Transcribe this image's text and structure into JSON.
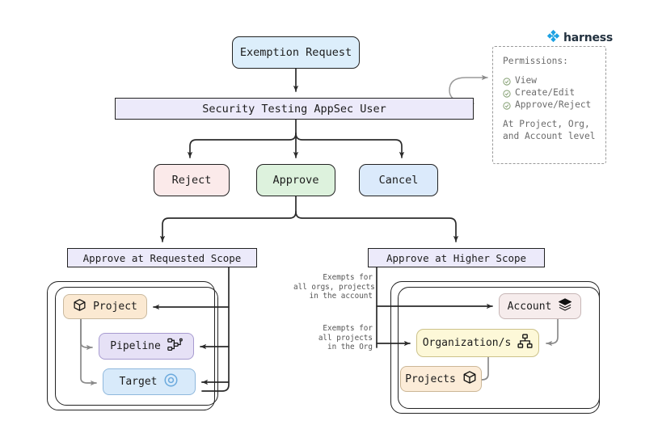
{
  "brand": {
    "name": "harness",
    "logo_icon": "harness-diamond-icon",
    "accent": "#1da1e2"
  },
  "flow": {
    "request": {
      "label": "Exemption Request",
      "fill": "#dceefb"
    },
    "actor": {
      "label": "Security Testing AppSec User",
      "fill": "#eceafa"
    },
    "actions": [
      {
        "id": "reject",
        "label": "Reject",
        "fill": "#fbeaea"
      },
      {
        "id": "approve",
        "label": "Approve",
        "fill": "#ddf2dd"
      },
      {
        "id": "cancel",
        "label": "Cancel",
        "fill": "#dbeafb"
      }
    ],
    "scopes": [
      {
        "id": "requested",
        "label": "Approve at Requested Scope",
        "fill": "#eceafa"
      },
      {
        "id": "higher",
        "label": "Approve at Higher Scope",
        "fill": "#eceafa"
      }
    ]
  },
  "permissions": {
    "title": "Permissions:",
    "items": [
      {
        "label": "View",
        "icon": "check-circle-icon"
      },
      {
        "label": "Create/Edit",
        "icon": "check-circle-icon"
      },
      {
        "label": "Approve/Reject",
        "icon": "check-circle-icon"
      }
    ],
    "footer_line1": "At Project, Org,",
    "footer_line2": "and Account level",
    "check_color": "#7d9a6a"
  },
  "requested_scope_cluster": {
    "nodes": [
      {
        "id": "project",
        "label": "Project",
        "icon": "cube-icon",
        "fill": "#fbe9d2"
      },
      {
        "id": "pipeline",
        "label": "Pipeline",
        "icon": "pipeline-icon",
        "fill": "#e6e1f6"
      },
      {
        "id": "target",
        "label": "Target",
        "icon": "target-icon",
        "fill": "#d8eafa"
      }
    ]
  },
  "higher_scope_cluster": {
    "nodes": [
      {
        "id": "account",
        "label": "Account",
        "icon": "layers-icon",
        "fill": "#f6ecec"
      },
      {
        "id": "organization",
        "label": "Organization/s",
        "icon": "org-chart-icon",
        "fill": "#fdf8d8"
      },
      {
        "id": "projects",
        "label": "Projects",
        "icon": "cube-icon",
        "fill": "#fcecd8"
      }
    ]
  },
  "edge_notes": {
    "account": "Exempts for\nall orgs, projects\nin the account",
    "org": "Exempts for\nall projects\nin the Org"
  }
}
